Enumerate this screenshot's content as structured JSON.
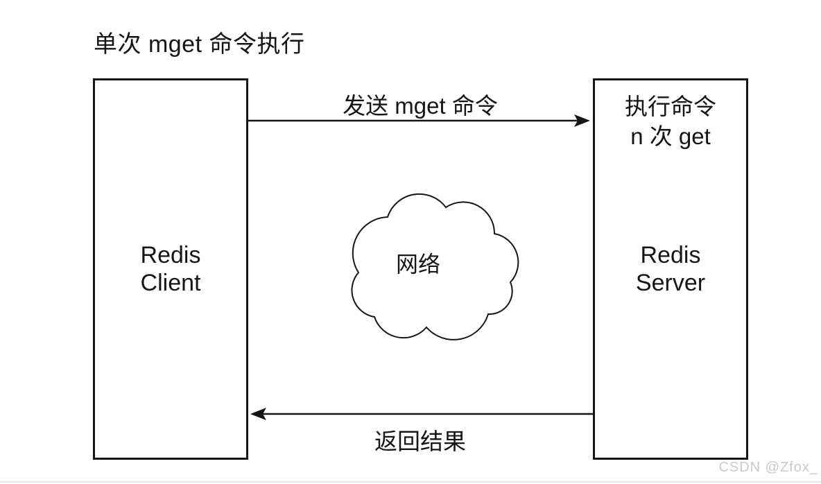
{
  "diagram": {
    "title": "单次 mget 命令执行",
    "client_box": {
      "line1": "Redis",
      "line2": "Client"
    },
    "server_box": {
      "header_line1": "执行命令",
      "header_line2": "n 次 get",
      "line1": "Redis",
      "line2": "Server"
    },
    "cloud": {
      "label": "网络"
    },
    "top_arrow": {
      "label": "发送 mget 命令",
      "direction": "left-to-right"
    },
    "bottom_arrow": {
      "label": "返回结果",
      "direction": "right-to-left"
    },
    "watermark": "CSDN @Zfox_",
    "colors": {
      "background": "#ffffff",
      "line": "#151515",
      "text": "#151515",
      "watermark": "#c9c9c9",
      "bottom_rule": "#e6e6e6"
    }
  }
}
